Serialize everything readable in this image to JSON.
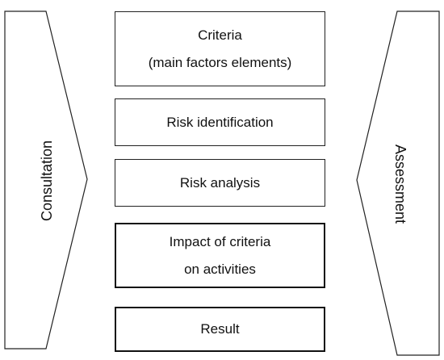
{
  "left_arrow": {
    "label": "Consultation"
  },
  "right_arrow": {
    "label": "Assessment"
  },
  "steps": [
    {
      "lines": [
        "Criteria",
        "(main factors elements)"
      ]
    },
    {
      "lines": [
        "Risk identification"
      ]
    },
    {
      "lines": [
        "Risk analysis"
      ]
    },
    {
      "lines": [
        "Impact of criteria",
        "on activities"
      ]
    },
    {
      "lines": [
        "Result"
      ]
    }
  ]
}
